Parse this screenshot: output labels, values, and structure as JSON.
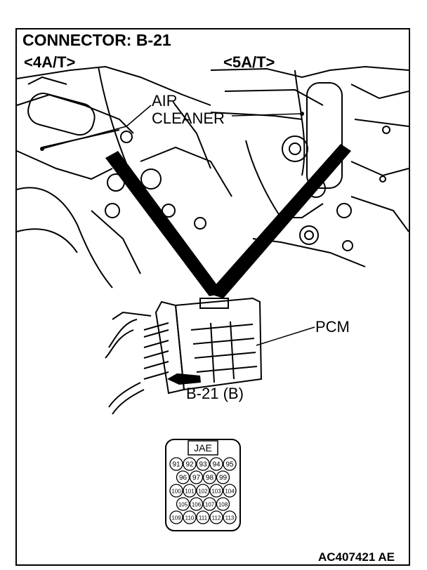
{
  "diagram": {
    "title": "CONNECTOR: B-21",
    "variant_left": "<4A/T>",
    "variant_right": "<5A/T>",
    "air_cleaner_line1": "AIR",
    "air_cleaner_line2": "CLEANER",
    "pcm_label": "PCM",
    "connector_label": "B-21 (B)",
    "figure_code": "AC407421 AE"
  },
  "connector_face": {
    "header": "JAE",
    "rows": [
      [
        "91",
        "92",
        "93",
        "94",
        "95"
      ],
      [
        "96",
        "97",
        "98",
        "99"
      ],
      [
        "100",
        "101",
        "102",
        "103",
        "104"
      ],
      [
        "105",
        "106",
        "107",
        "108"
      ],
      [
        "109",
        "110",
        "111",
        "112",
        "113"
      ]
    ]
  }
}
